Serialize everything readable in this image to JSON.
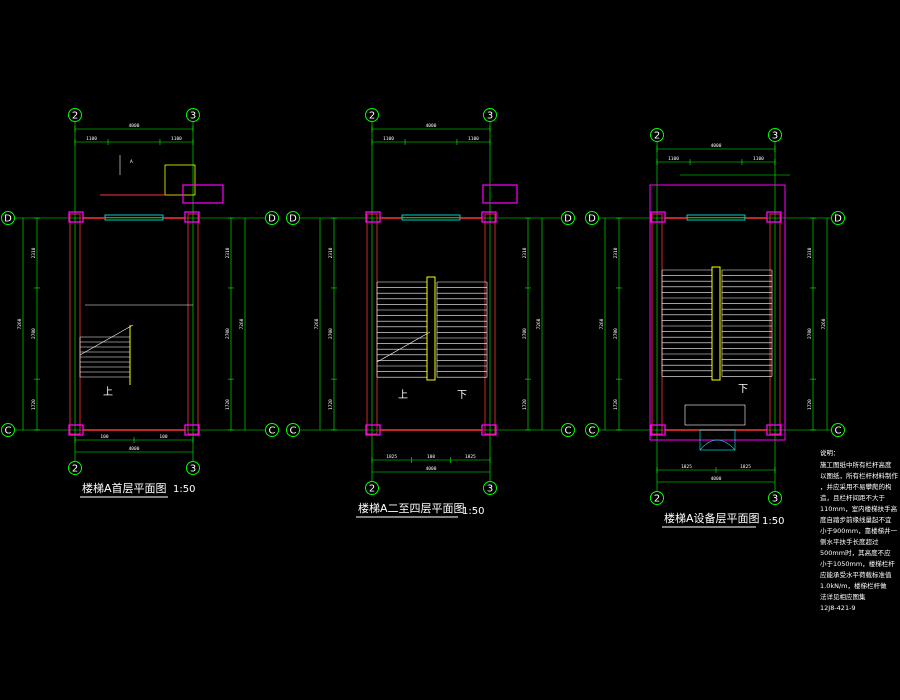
{
  "colors": {
    "background": "#000000",
    "dimension": "#00ff00",
    "wall": "#ff00ff",
    "structure": "#ff3333",
    "stair": "#ffffff",
    "railing": "#ffff00",
    "window": "#00ffff",
    "text": "#ffffff"
  },
  "plans": [
    {
      "id": "first",
      "title": "楼梯A首层平面图",
      "scale": "1:50",
      "axes": {
        "left": "2",
        "right": "3",
        "top": "D",
        "bottom": "C"
      },
      "top_dims": [
        "1100",
        "1100"
      ],
      "total_width": "4000",
      "stair_label": "上",
      "section_mark": "A",
      "side_dims": [
        "2310",
        "2700",
        "1720"
      ],
      "total_depth": "7260",
      "bottom_dims": [
        "100",
        "100"
      ],
      "bottom_total": "4000"
    },
    {
      "id": "typical",
      "title": "楼梯A二至四层平面图",
      "scale": "1:50",
      "axes": {
        "left": "2",
        "right": "3",
        "top": "D",
        "bottom": "C"
      },
      "top_dims": [
        "1100",
        "1100"
      ],
      "total_width": "4000",
      "stair_label_up": "上",
      "stair_label_down": "下",
      "side_dims": [
        "2310",
        "2700",
        "1720"
      ],
      "total_depth": "7260",
      "bottom_dims": [
        "1825",
        "100",
        "1825"
      ],
      "bottom_total": "4000"
    },
    {
      "id": "equipment",
      "title": "楼梯A设备层平面图",
      "scale": "1:50",
      "axes": {
        "left": "2",
        "right": "3",
        "top": "D",
        "bottom": "C"
      },
      "top_dims": [
        "1100",
        "1100"
      ],
      "total_width": "4000",
      "stair_label_down": "下",
      "side_dims": [
        "2310",
        "2700",
        "1720"
      ],
      "total_depth": "7260",
      "bottom_dims": [
        "1825",
        "1825"
      ],
      "bottom_total": "4000"
    }
  ],
  "notes": {
    "heading": "说明：",
    "lines": [
      "施工图纸中所有栏杆高度",
      "以图纸，所有栏杆材料制作",
      "，并应采用不易攀爬的构",
      "造，且栏杆间距不大于",
      "110mm，室内楼梯扶手高",
      "度自踏步前缘线量起不宜",
      "小于900mm，靠楼梯井一",
      "侧水平扶手长度超过",
      "500mm时，其高度不应",
      "小于1050mm，楼梯栏杆",
      "应能承受水平荷载标准值",
      "1.0kN/m，楼梯栏杆做",
      "法详见相应图集",
      "12J8-421-9"
    ]
  }
}
